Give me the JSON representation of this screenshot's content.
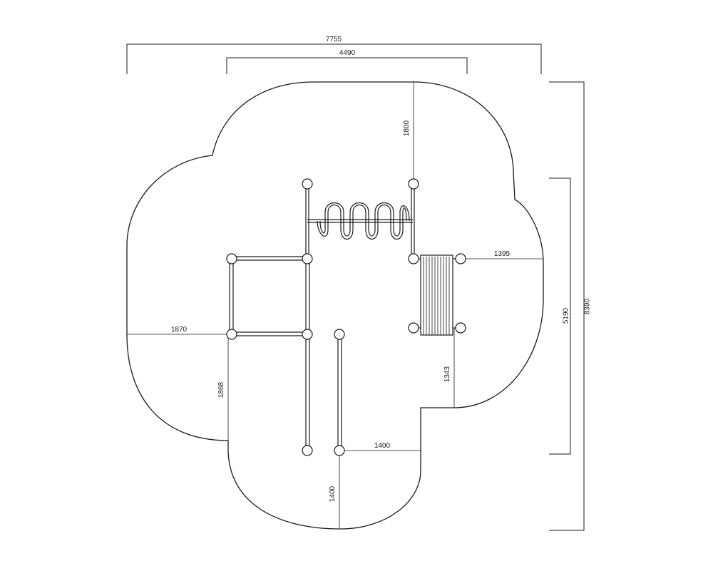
{
  "drawing": {
    "dimensions": {
      "overall_width": "7755",
      "top_width": "4490",
      "overall_height": "8390",
      "right_height": "5190",
      "top_arm": "1800",
      "right_arm": "1395",
      "left_arm": "1870",
      "left_lower": "1868",
      "right_lower": "1343",
      "bottom_right": "1400",
      "bottom_arm": "1400"
    },
    "components": [
      "wavy-climber",
      "horizontal-ladder",
      "parallel-bars",
      "slat-panel"
    ]
  }
}
